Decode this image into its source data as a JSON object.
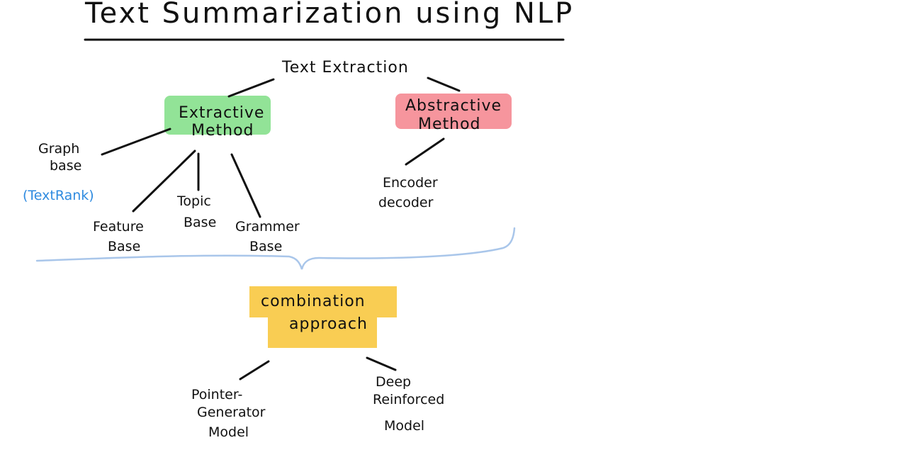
{
  "title": "Text Summarization using NLP",
  "root": "Text Extraction",
  "extractive": {
    "label_line1": "Extractive",
    "label_line2": "Method",
    "children": {
      "graph": {
        "line1": "Graph",
        "line2": "base",
        "note": "(TextRank)"
      },
      "feature": {
        "line1": "Feature",
        "line2": "Base"
      },
      "topic": {
        "line1": "Topic",
        "line2": "Base"
      },
      "grammer": {
        "line1": "Grammer",
        "line2": "Base"
      }
    }
  },
  "abstractive": {
    "label_line1": "Abstractive",
    "label_line2": "Method",
    "child": {
      "line1": "Encoder",
      "line2": "decoder"
    }
  },
  "combination": {
    "label_line1": "combination",
    "label_line2": "approach",
    "children": {
      "pointer": {
        "line1": "Pointer-",
        "line2": "Generator",
        "line3": "Model"
      },
      "deep": {
        "line1": "Deep",
        "line2": "Reinforced",
        "line3": "Model"
      }
    }
  },
  "colors": {
    "ink": "#111111",
    "extractive_fill": "#86e08c",
    "abstractive_fill": "#f58a92",
    "combination_fill": "#f8c840",
    "note_blue": "#2f8be0",
    "brace_blue": "#a9c6ea"
  }
}
